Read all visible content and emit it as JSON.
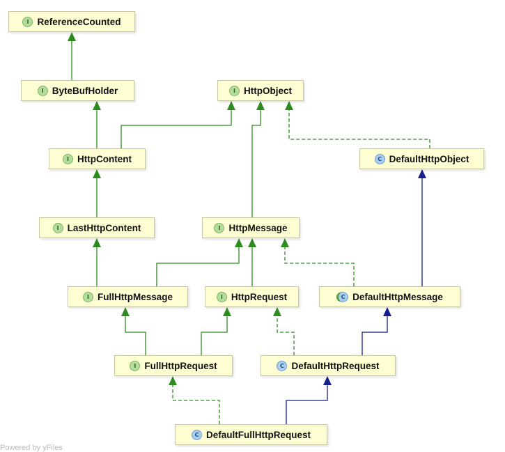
{
  "diagram": {
    "nodes": [
      {
        "id": "ReferenceCounted",
        "label": "ReferenceCounted",
        "kind": "interface",
        "badge": "I"
      },
      {
        "id": "ByteBufHolder",
        "label": "ByteBufHolder",
        "kind": "interface",
        "badge": "I"
      },
      {
        "id": "HttpObject",
        "label": "HttpObject",
        "kind": "interface",
        "badge": "I"
      },
      {
        "id": "HttpContent",
        "label": "HttpContent",
        "kind": "interface",
        "badge": "I"
      },
      {
        "id": "DefaultHttpObject",
        "label": "DefaultHttpObject",
        "kind": "class",
        "badge": "C"
      },
      {
        "id": "LastHttpContent",
        "label": "LastHttpContent",
        "kind": "interface",
        "badge": "I"
      },
      {
        "id": "HttpMessage",
        "label": "HttpMessage",
        "kind": "interface",
        "badge": "I"
      },
      {
        "id": "FullHttpMessage",
        "label": "FullHttpMessage",
        "kind": "interface",
        "badge": "I"
      },
      {
        "id": "HttpRequest",
        "label": "HttpRequest",
        "kind": "interface",
        "badge": "I"
      },
      {
        "id": "DefaultHttpMessage",
        "label": "DefaultHttpMessage",
        "kind": "abstract",
        "badge": "C"
      },
      {
        "id": "FullHttpRequest",
        "label": "FullHttpRequest",
        "kind": "interface",
        "badge": "I"
      },
      {
        "id": "DefaultHttpRequest",
        "label": "DefaultHttpRequest",
        "kind": "class",
        "badge": "C"
      },
      {
        "id": "DefaultFullHttpRequest",
        "label": "DefaultFullHttpRequest",
        "kind": "class",
        "badge": "C"
      }
    ],
    "edges": [
      {
        "from": "ByteBufHolder",
        "to": "ReferenceCounted",
        "type": "extends"
      },
      {
        "from": "HttpContent",
        "to": "ByteBufHolder",
        "type": "extends"
      },
      {
        "from": "HttpContent",
        "to": "HttpObject",
        "type": "extends"
      },
      {
        "from": "HttpMessage",
        "to": "HttpObject",
        "type": "extends"
      },
      {
        "from": "DefaultHttpObject",
        "to": "HttpObject",
        "type": "implements"
      },
      {
        "from": "LastHttpContent",
        "to": "HttpContent",
        "type": "extends"
      },
      {
        "from": "FullHttpMessage",
        "to": "LastHttpContent",
        "type": "extends"
      },
      {
        "from": "FullHttpMessage",
        "to": "HttpMessage",
        "type": "extends"
      },
      {
        "from": "HttpRequest",
        "to": "HttpMessage",
        "type": "extends"
      },
      {
        "from": "DefaultHttpMessage",
        "to": "HttpMessage",
        "type": "implements"
      },
      {
        "from": "DefaultHttpMessage",
        "to": "DefaultHttpObject",
        "type": "class-extends"
      },
      {
        "from": "FullHttpRequest",
        "to": "FullHttpMessage",
        "type": "extends"
      },
      {
        "from": "FullHttpRequest",
        "to": "HttpRequest",
        "type": "extends"
      },
      {
        "from": "DefaultHttpRequest",
        "to": "HttpRequest",
        "type": "implements"
      },
      {
        "from": "DefaultHttpRequest",
        "to": "DefaultHttpMessage",
        "type": "class-extends"
      },
      {
        "from": "DefaultFullHttpRequest",
        "to": "FullHttpRequest",
        "type": "implements"
      },
      {
        "from": "DefaultFullHttpRequest",
        "to": "DefaultHttpRequest",
        "type": "class-extends"
      }
    ]
  },
  "colors": {
    "extends": "#2e8b20",
    "implements": "#2e8b20",
    "class-extends": "#141e8c",
    "node_fill": "#fefed2"
  },
  "footer": {
    "text": "Powered by yFiles"
  }
}
